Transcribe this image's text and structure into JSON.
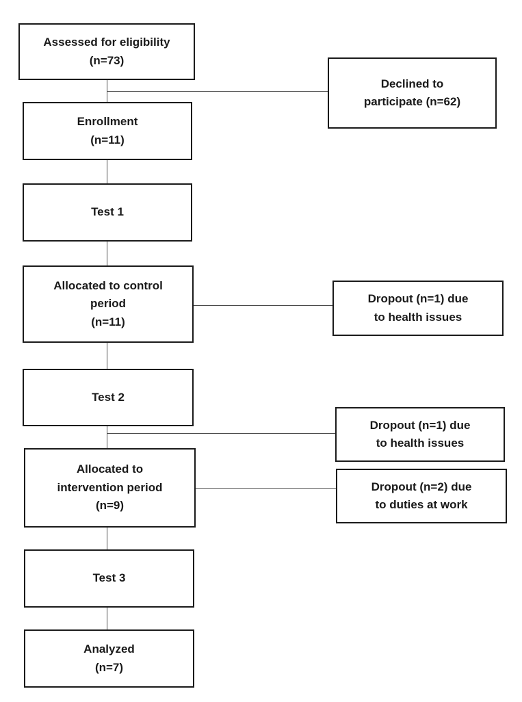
{
  "main_flow": {
    "assessed": {
      "title": "Assessed for eligibility",
      "count": "(n=73)"
    },
    "enrollment": {
      "title": "Enrollment",
      "count": "(n=11)"
    },
    "test1": {
      "title": "Test 1"
    },
    "control": {
      "line1": "Allocated to control",
      "line2": "period",
      "count": "(n=11)"
    },
    "test2": {
      "title": "Test 2"
    },
    "intervention": {
      "line1": "Allocated to",
      "line2": "intervention period",
      "count": "(n=9)"
    },
    "test3": {
      "title": "Test 3"
    },
    "analyzed": {
      "title": "Analyzed",
      "count": "(n=7)"
    }
  },
  "side_boxes": {
    "declined": {
      "line1": "Declined to",
      "line2": "participate (n=62)"
    },
    "dropout_control": {
      "line1": "Dropout (n=1) due",
      "line2": "to health issues"
    },
    "dropout_health": {
      "line1": "Dropout (n=1) due",
      "line2": "to health issues"
    },
    "dropout_duties": {
      "line1": "Dropout (n=2) due",
      "line2": "to duties at work"
    }
  }
}
